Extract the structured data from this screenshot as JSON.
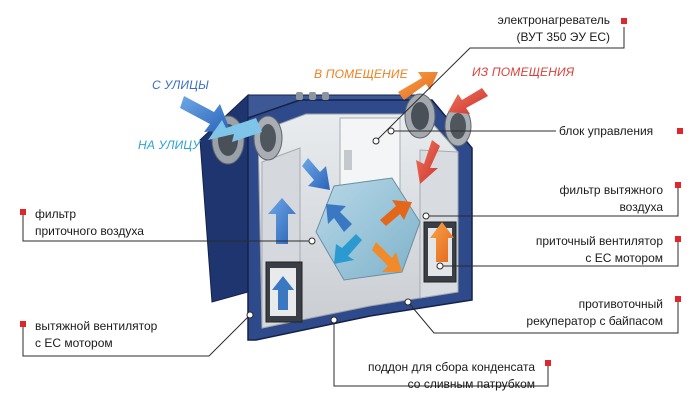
{
  "flows": {
    "from_street": "С УЛИЦЫ",
    "to_street": "НА УЛИЦУ",
    "to_room": "В ПОМЕЩЕНИЕ",
    "from_room": "ИЗ ПОМЕЩЕНИЯ"
  },
  "callouts": {
    "heater": {
      "line1": "электронагреватель",
      "line2": "(ВУТ 350 ЭУ ЕС)"
    },
    "control": {
      "line1": "блок управления"
    },
    "exhaust_filter": {
      "line1": "фильтр вытяжного",
      "line2": "воздуха"
    },
    "supply_fan": {
      "line1": "приточный вентилятор",
      "line2": "с ЕС мотором"
    },
    "recuperator": {
      "line1": "противоточный",
      "line2": "рекуператор с байпасом"
    },
    "condensate_tray": {
      "line1": "поддон для сбора конденсата",
      "line2": "со сливным патрубком"
    },
    "supply_filter": {
      "line1": "фильтр",
      "line2": "приточного воздуха"
    },
    "exhaust_fan": {
      "line1": "вытяжной  вентилятор",
      "line2": "с ЕС мотором"
    }
  },
  "colors": {
    "housing": "#2f4a8a",
    "marker": "#e0262c",
    "leader": "#2b2b2b",
    "blue_flow": "#3a78c2",
    "cyan_flow": "#2aa3d6",
    "orange_flow": "#f07f1e",
    "red_flow": "#d9403a"
  }
}
